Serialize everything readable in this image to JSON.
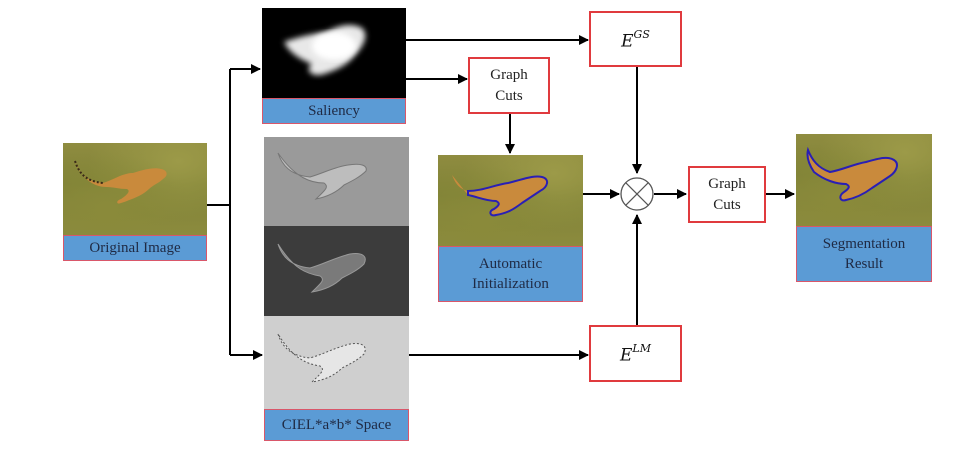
{
  "diagram": {
    "nodes": {
      "original": {
        "label": "Original Image"
      },
      "saliency": {
        "label": "Saliency"
      },
      "cielab": {
        "label": "CIEL*a*b* Space"
      },
      "graph_cuts_1": {
        "line1": "Graph",
        "line2": "Cuts"
      },
      "graph_cuts_2": {
        "line1": "Graph",
        "line2": "Cuts"
      },
      "auto_init": {
        "line1": "Automatic",
        "line2": "Initialization"
      },
      "segmentation": {
        "line1": "Segmentation",
        "line2": "Result"
      },
      "egs": {
        "base": "E",
        "superscript": "GS"
      },
      "elm": {
        "base": "E",
        "superscript": "LM"
      },
      "combine": {
        "symbol": "⊗"
      }
    },
    "colors": {
      "label_fill": "#5b9bd5",
      "label_border": "#d9576a",
      "box_border": "#e03a3e",
      "contour": "#2a1fb5",
      "arrow": "#000000"
    }
  }
}
